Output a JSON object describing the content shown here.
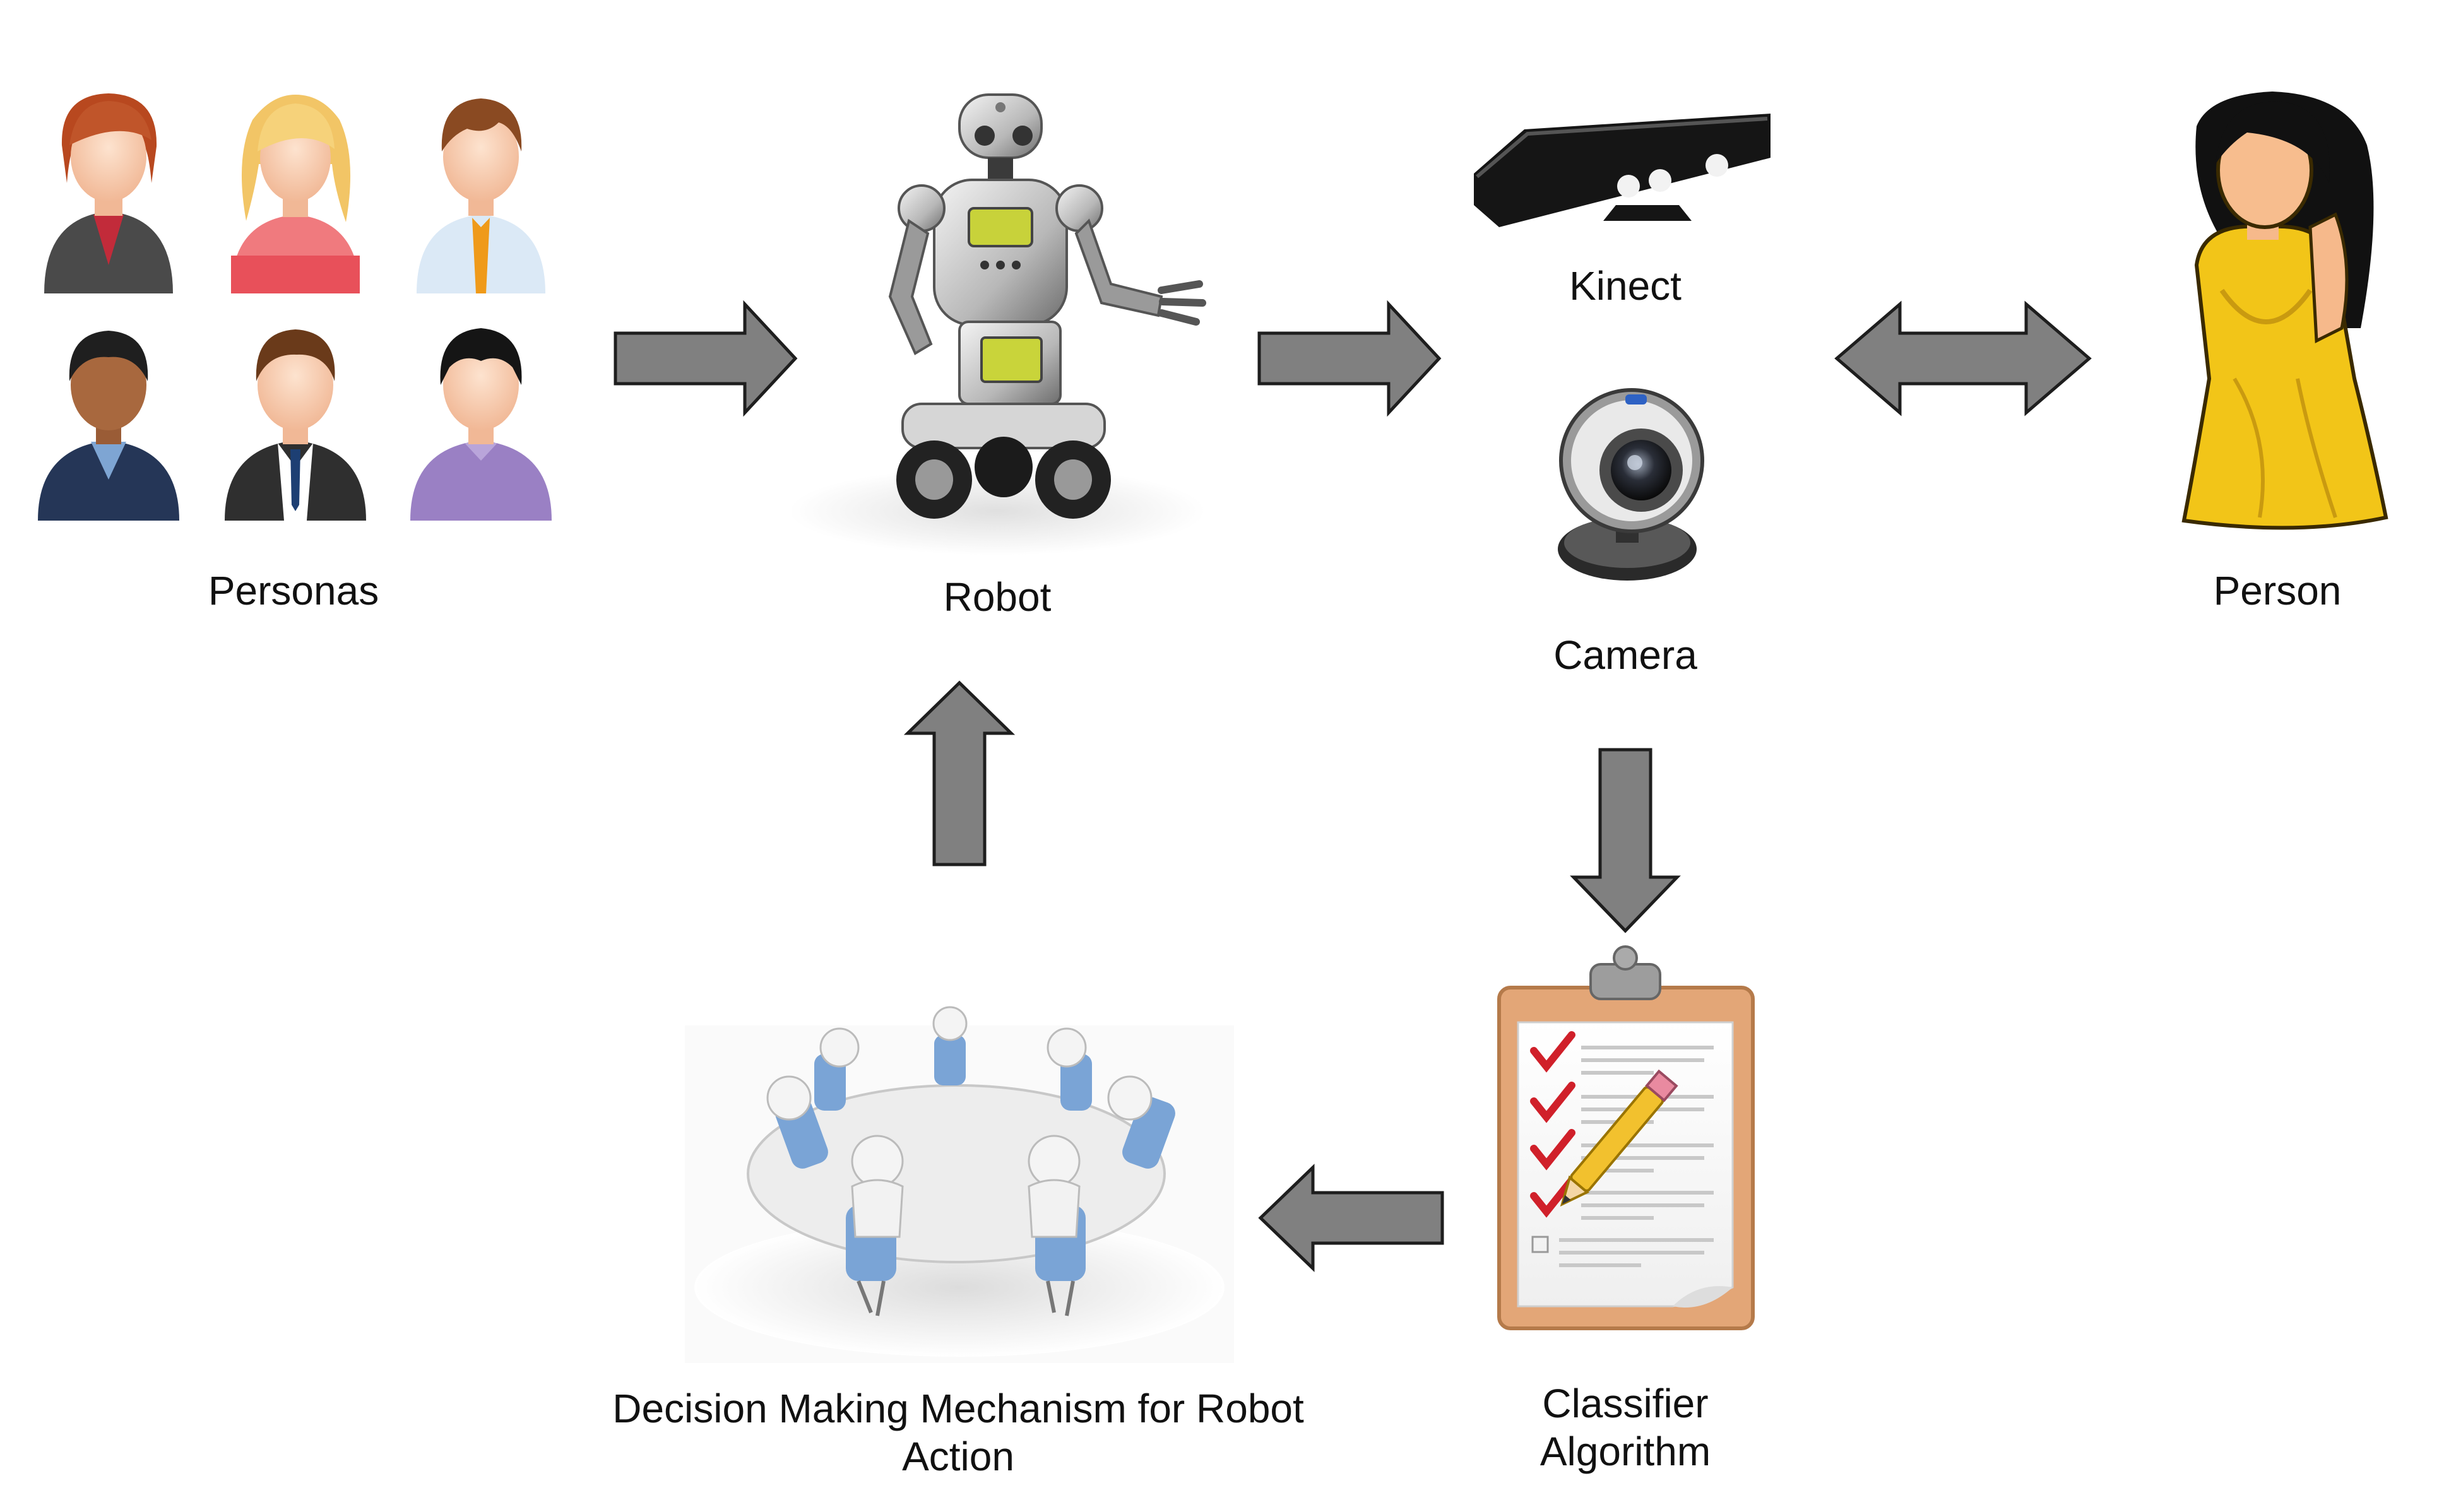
{
  "labels": {
    "personas": "Personas",
    "robot": "Robot",
    "kinect": "Kinect",
    "camera": "Camera",
    "person": "Person",
    "decision_line1": "Decision Making Mechanism for Robot",
    "decision_line2": "Action",
    "classifier_line1": "Classifier",
    "classifier_line2": "Algorithm"
  },
  "icons": {
    "personas": [
      "persona-woman-suit-icon",
      "persona-blonde-woman-icon",
      "persona-man-orange-tie-icon",
      "persona-dark-man-sweater-icon",
      "persona-man-suit-icon",
      "persona-man-purple-shirt-icon"
    ],
    "robot": "robot-icon",
    "kinect": "kinect-sensor-icon",
    "camera": "webcam-icon",
    "person": "woman-yellow-dress-icon",
    "meeting": "meeting-table-icon",
    "clipboard": "clipboard-checklist-icon"
  },
  "colors": {
    "arrow_fill": "#808080",
    "arrow_stroke": "#1e1e1e",
    "check_red": "#d0202a",
    "clipboard_board": "#e3a677",
    "dress_yellow": "#f2c518",
    "chair_blue": "#7aa4d6"
  }
}
